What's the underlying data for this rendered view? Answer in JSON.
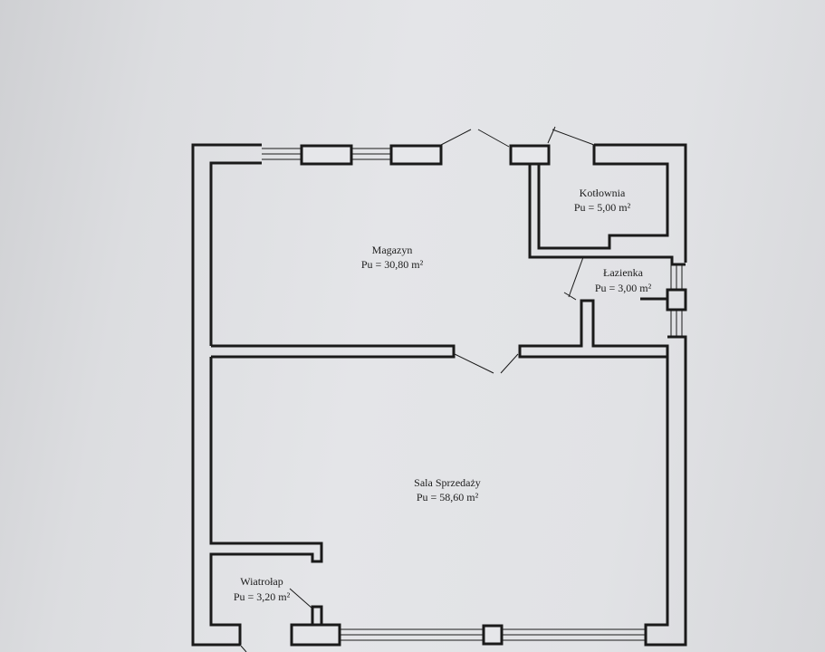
{
  "rooms": [
    {
      "name": "Kotłownia",
      "area": "Pu = 5,00 m²"
    },
    {
      "name": "Magazyn",
      "area": "Pu = 30,80 m²"
    },
    {
      "name": "Łazienka",
      "area": "Pu = 3,00 m²"
    },
    {
      "name": "Sala Sprzedaży",
      "area": "Pu = 58,60 m²"
    },
    {
      "name": "Wiatrołap",
      "area": "Pu = 3,20 m²"
    }
  ]
}
